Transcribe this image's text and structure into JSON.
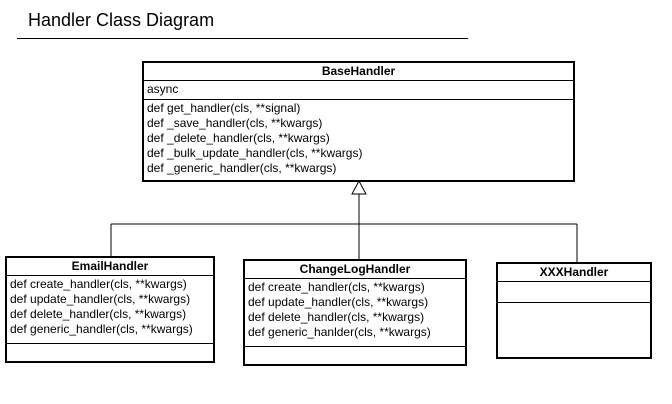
{
  "diagram": {
    "title": "Handler Class Diagram",
    "classes": {
      "base": {
        "name": "BaseHandler",
        "attributes": [
          "async"
        ],
        "methods": [
          "def get_handler(cls, **signal)",
          "def _save_handler(cls, **kwargs)",
          "def _delete_handler(cls, **kwargs)",
          "def _bulk_update_handler(cls, **kwargs)",
          "def _generic_handler(cls, **kwargs)"
        ]
      },
      "email": {
        "name": "EmailHandler",
        "methods": [
          "def create_handler(cls, **kwargs)",
          "def update_handler(cls, **kwargs)",
          "def delete_handler(cls, **kwargs)",
          "def generic_handler(cls, **kwargs)"
        ]
      },
      "changelog": {
        "name": "ChangeLogHandler",
        "methods": [
          "def create_handler(cls, **kwargs)",
          "def update_handler(cls, **kwargs)",
          "def delete_handler(cls, **kwargs)",
          "def generic_hanlder(cls, **kwargs)"
        ]
      },
      "xxx": {
        "name": "XXXHandler"
      }
    },
    "relationships": [
      {
        "type": "inheritance",
        "from": "EmailHandler",
        "to": "BaseHandler"
      },
      {
        "type": "inheritance",
        "from": "ChangeLogHandler",
        "to": "BaseHandler"
      },
      {
        "type": "inheritance",
        "from": "XXXHandler",
        "to": "BaseHandler"
      }
    ]
  }
}
